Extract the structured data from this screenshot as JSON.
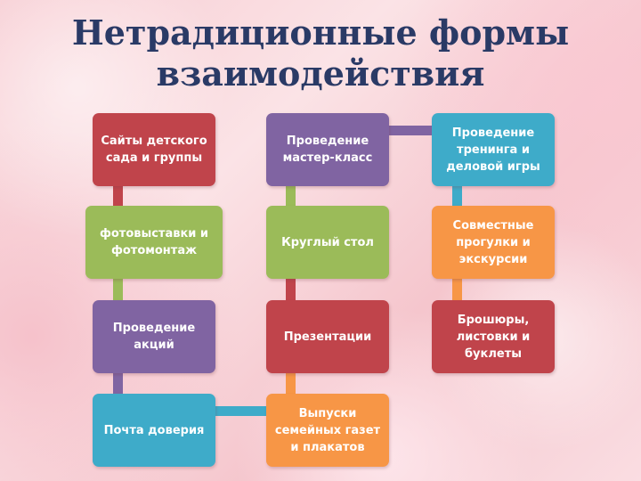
{
  "title": {
    "line1": "Нетрадиционные формы",
    "line2": "взаимодействия"
  },
  "colors": {
    "title": "#2a3a66",
    "red": "#c0444b",
    "green": "#9bbb59",
    "purple": "#8064a2",
    "teal": "#3eabc9",
    "orange": "#f79646",
    "text": "#ffffff"
  },
  "columns": [
    {
      "boxes": [
        {
          "label": "Сайты детского сада и группы",
          "color": "#c0444b"
        },
        {
          "label": "фотовыставки и фотомонтаж",
          "color": "#9bbb59"
        },
        {
          "label": "Проведение акций",
          "color": "#8064a2"
        },
        {
          "label": "Почта доверия",
          "color": "#3eabc9"
        }
      ]
    },
    {
      "boxes": [
        {
          "label": "Проведение мастер-класс",
          "color": "#8064a2"
        },
        {
          "label": "Круглый стол",
          "color": "#9bbb59"
        },
        {
          "label": "Презентации",
          "color": "#c0444b"
        },
        {
          "label": "Выпуски семейных газет и плакатов",
          "color": "#f79646"
        }
      ]
    },
    {
      "boxes": [
        {
          "label": "Проведение тренинга и деловой игры",
          "color": "#3eabc9"
        },
        {
          "label": "Совместные прогулки и экскурсии",
          "color": "#f79646"
        },
        {
          "label": "Брошюры, листовки и буклеты",
          "color": "#c0444b"
        }
      ]
    }
  ]
}
